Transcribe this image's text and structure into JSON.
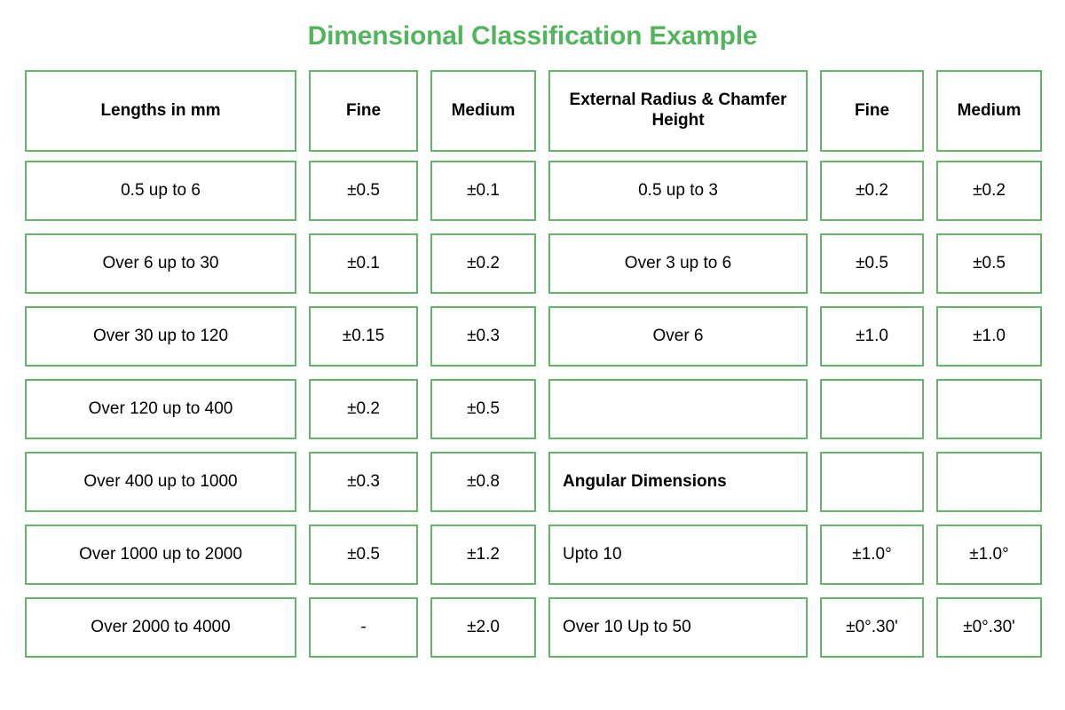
{
  "title": "Dimensional Classification Example",
  "theme": {
    "accent_green": "#52b45c",
    "border_green": "#64b56b",
    "text_color": "#000000",
    "background": "#ffffff"
  },
  "table": {
    "columns": [
      {
        "key": "lengths",
        "label": "Lengths in mm"
      },
      {
        "key": "fine_left",
        "label": "Fine"
      },
      {
        "key": "medium_left",
        "label": "Medium"
      },
      {
        "key": "radius",
        "label": "External Radius & Chamfer Height"
      },
      {
        "key": "fine_right",
        "label": "Fine"
      },
      {
        "key": "medium_right",
        "label": "Medium"
      }
    ],
    "rows": [
      {
        "lengths": "0.5 up to 6",
        "fine_left": "±0.5",
        "medium_left": "±0.1",
        "radius": "0.5 up to 3",
        "fine_right": "±0.2",
        "medium_right": "±0.2"
      },
      {
        "lengths": "Over 6 up to 30",
        "fine_left": "±0.1",
        "medium_left": "±0.2",
        "radius": "Over 3 up to 6",
        "fine_right": "±0.5",
        "medium_right": "±0.5"
      },
      {
        "lengths": "Over 30 up to 120",
        "fine_left": "±0.15",
        "medium_left": "±0.3",
        "radius": "Over 6",
        "fine_right": "±1.0",
        "medium_right": "±1.0"
      },
      {
        "lengths": "Over 120 up to 400",
        "fine_left": "±0.2",
        "medium_left": "±0.5",
        "radius": "",
        "fine_right": "",
        "medium_right": ""
      },
      {
        "lengths": "Over 400 up to 1000",
        "fine_left": "±0.3",
        "medium_left": "±0.8",
        "radius": "Angular Dimensions",
        "fine_right": "",
        "medium_right": ""
      },
      {
        "lengths": "Over 1000 up to 2000",
        "fine_left": "±0.5",
        "medium_left": "±1.2",
        "radius": "Upto 10",
        "fine_right": "±1.0°",
        "medium_right": "±1.0°"
      },
      {
        "lengths": "Over 2000 to 4000",
        "fine_left": "-",
        "medium_left": "±2.0",
        "radius": "Over 10 Up to 50",
        "fine_right": "±0°.30'",
        "medium_right": "±0°.30'"
      }
    ]
  }
}
